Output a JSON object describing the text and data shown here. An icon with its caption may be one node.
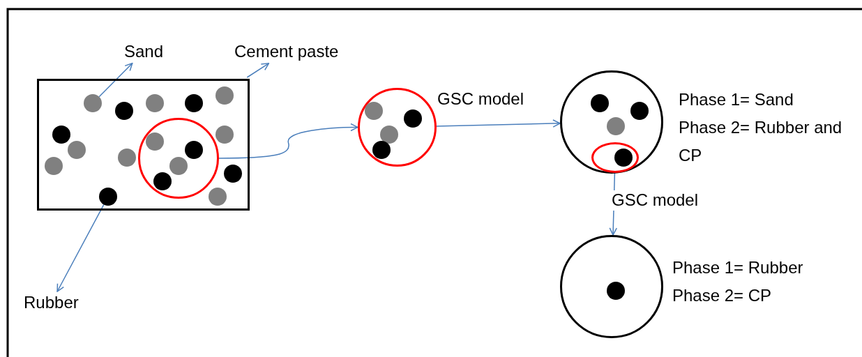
{
  "diagram": {
    "nodes": [
      {
        "text": [],
        "shape": "box"
      },
      {
        "text": [],
        "shape": "circle",
        "in": 0
      },
      {
        "text": [
          "Sand"
        ]
      },
      {
        "text": [
          "Cement paste"
        ]
      },
      {
        "text": [
          "Rubber"
        ]
      },
      {
        "text": [],
        "shape": "circle",
        "in": 0
      },
      {
        "text": [],
        "shape": "circle",
        "in": 0
      },
      {
        "text": [],
        "shape": "circle"
      },
      {
        "text": [],
        "shape": "circle",
        "beside": [
          "Phase 1= Sand",
          "Phase 2= Rubber and CP"
        ]
      },
      {
        "text": [],
        "shape": "circle",
        "in": 8
      },
      {
        "text": [],
        "shape": "circle",
        "beside": [
          "Phase 1= Rubber",
          "Phase 2= CP"
        ]
      },
      {
        "text": [],
        "shape": "circle",
        "in": 0
      },
      {
        "text": [],
        "shape": "circle",
        "in": 0
      },
      {
        "text": [],
        "shape": "circle",
        "in": 0
      },
      {
        "text": [],
        "shape": "circle",
        "in": 0
      },
      {
        "text": [],
        "shape": "circle",
        "in": 0
      },
      {
        "text": [],
        "shape": "circle",
        "in": 0
      },
      {
        "text": [],
        "shape": "circle",
        "in": 0
      },
      {
        "text": [],
        "shape": "circle",
        "in": 0
      },
      {
        "text": [],
        "shape": "circle",
        "in": 0
      },
      {
        "text": [],
        "shape": "circle",
        "in": 0
      },
      {
        "text": [],
        "shape": "circle",
        "in": 0
      },
      {
        "text": [],
        "shape": "circle",
        "in": 1
      },
      {
        "text": [],
        "shape": "circle",
        "in": 1
      },
      {
        "text": [],
        "shape": "circle",
        "in": 1
      },
      {
        "text": [],
        "shape": "circle",
        "in": 1
      },
      {
        "text": [],
        "shape": "circle",
        "in": 7
      },
      {
        "text": [],
        "shape": "circle",
        "in": 7
      },
      {
        "text": [],
        "shape": "circle",
        "in": 7
      },
      {
        "text": [],
        "shape": "circle",
        "in": 7
      },
      {
        "text": [],
        "shape": "circle",
        "in": 8
      },
      {
        "text": [],
        "shape": "circle",
        "in": 8
      },
      {
        "text": [],
        "shape": "circle",
        "in": 8
      },
      {
        "text": [],
        "shape": "circle",
        "in": 9
      },
      {
        "text": [],
        "shape": "circle",
        "in": 10
      }
    ],
    "edges": [
      {
        "from": 5,
        "to": 2,
        "arrow": "to"
      },
      {
        "from": 0,
        "to": 3,
        "arrow": "to"
      },
      {
        "from": 6,
        "to": 4,
        "arrow": "to"
      },
      {
        "from": 1,
        "to": 7,
        "arrow": "to"
      },
      {
        "from": 7,
        "to": 8,
        "arrow": "to",
        "label": "GSC model"
      },
      {
        "from": 9,
        "to": 10,
        "arrow": "to",
        "label": "GSC model"
      }
    ]
  }
}
